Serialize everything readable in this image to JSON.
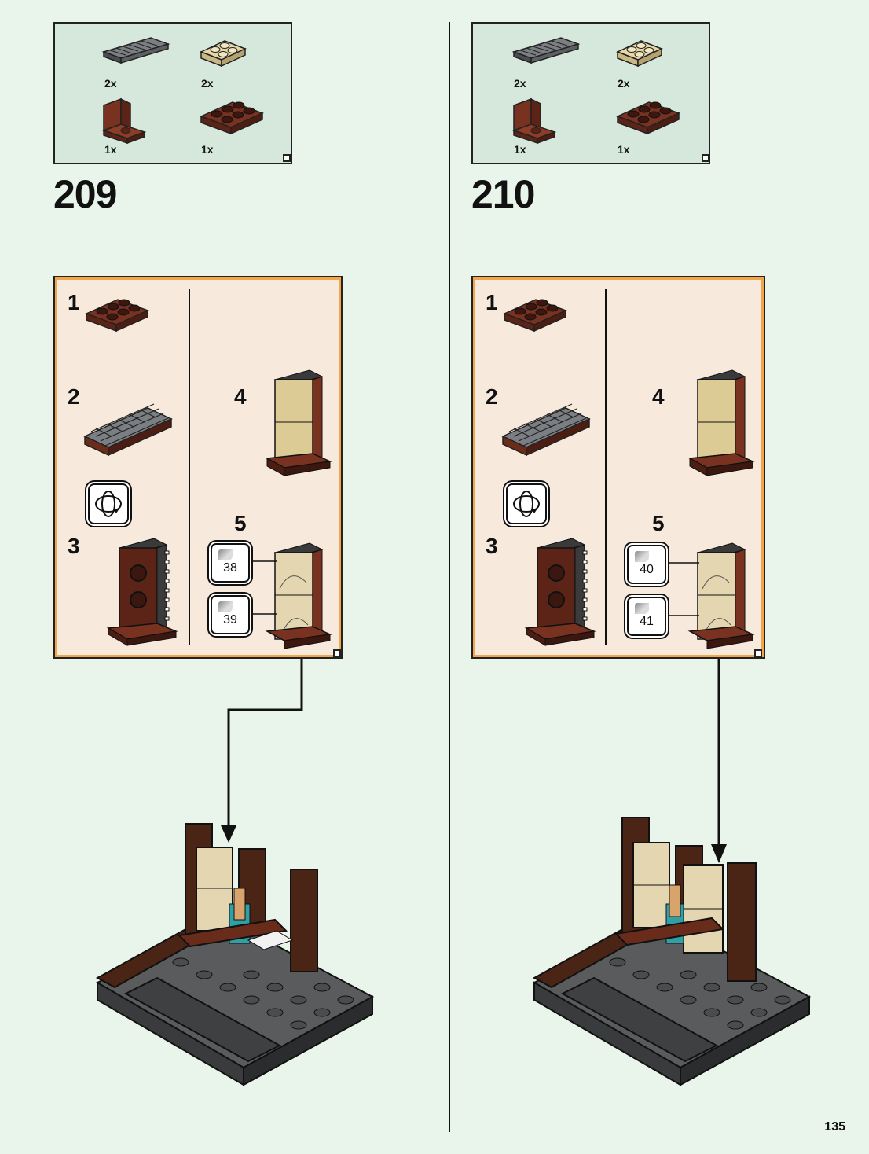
{
  "page_number": "135",
  "steps": [
    {
      "number": "209",
      "parts": [
        {
          "qty": "2x",
          "icon": "dark-grey-grille-1x6-icon"
        },
        {
          "qty": "2x",
          "icon": "tan-plate-2x2-icon"
        },
        {
          "qty": "1x",
          "icon": "reddish-brown-bracket-icon"
        },
        {
          "qty": "1x",
          "icon": "reddish-brown-plate-2x3-icon"
        }
      ],
      "substeps": [
        "1",
        "2",
        "3",
        "4",
        "5"
      ],
      "stickers": [
        "38",
        "39"
      ]
    },
    {
      "number": "210",
      "parts": [
        {
          "qty": "2x",
          "icon": "dark-grey-grille-1x6-icon"
        },
        {
          "qty": "2x",
          "icon": "tan-plate-2x2-icon"
        },
        {
          "qty": "1x",
          "icon": "reddish-brown-bracket-icon"
        },
        {
          "qty": "1x",
          "icon": "reddish-brown-plate-2x3-icon"
        }
      ],
      "substeps": [
        "1",
        "2",
        "3",
        "4",
        "5"
      ],
      "stickers": [
        "40",
        "41"
      ]
    }
  ]
}
